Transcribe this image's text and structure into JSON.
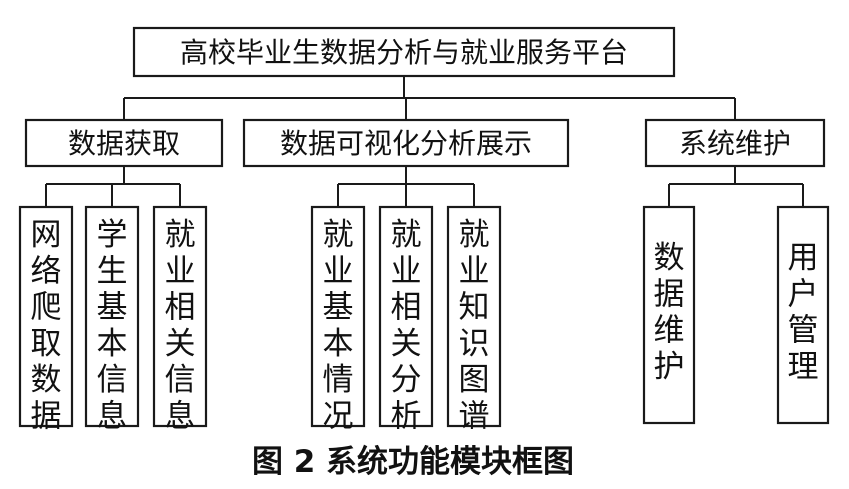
{
  "root": {
    "label": "高校毕业生数据分析与就业服务平台"
  },
  "branches": [
    {
      "label": "数据获取",
      "children": [
        "网络爬取数据",
        "学生基本信息",
        "就业相关信息"
      ]
    },
    {
      "label": "数据可视化分析展示",
      "children": [
        "就业基本情况",
        "就业相关分析",
        "就业知识图谱"
      ]
    },
    {
      "label": "系统维护",
      "children": [
        "数据维护",
        "用户管理"
      ]
    }
  ],
  "caption": {
    "figure_number": "图 2",
    "title": "系统功能模块框图"
  }
}
